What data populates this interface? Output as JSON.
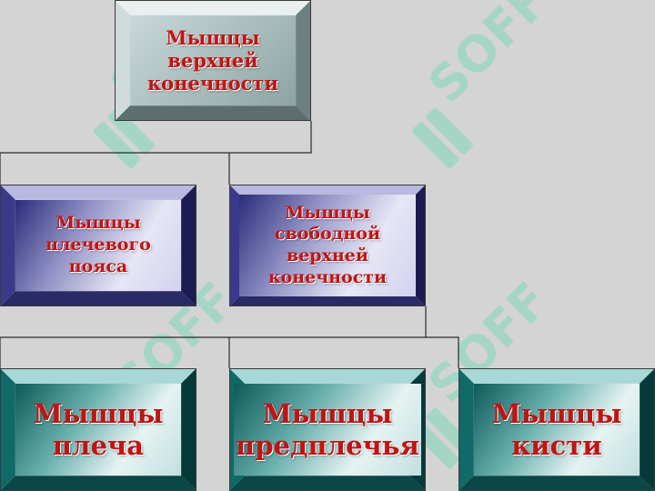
{
  "diagram": {
    "watermark": "SOFF",
    "nodes": [
      {
        "id": "upper-limb-muscles",
        "lines": [
          "Мышцы",
          "верхней",
          "конечности"
        ]
      },
      {
        "id": "shoulder-girdle-muscles",
        "lines": [
          "Мышцы",
          "плечевого",
          "пояса"
        ]
      },
      {
        "id": "free-upper-limb-muscles",
        "lines": [
          "Мышцы",
          "свободной",
          "верхней",
          "конечности"
        ]
      },
      {
        "id": "shoulder-muscles",
        "lines": [
          "Мышцы",
          "плеча"
        ]
      },
      {
        "id": "forearm-muscles",
        "lines": [
          "Мышцы",
          "предплечья"
        ]
      },
      {
        "id": "hand-muscles",
        "lines": [
          "Мышцы",
          "кисти"
        ]
      }
    ],
    "colors": {
      "background": "#d4d4d4",
      "text": "#c01414",
      "gray_box": "#a8bcbc",
      "blue_box": "#2b2c7a",
      "teal_box": "#0c5a59",
      "watermark": "#7fd8b8"
    }
  }
}
